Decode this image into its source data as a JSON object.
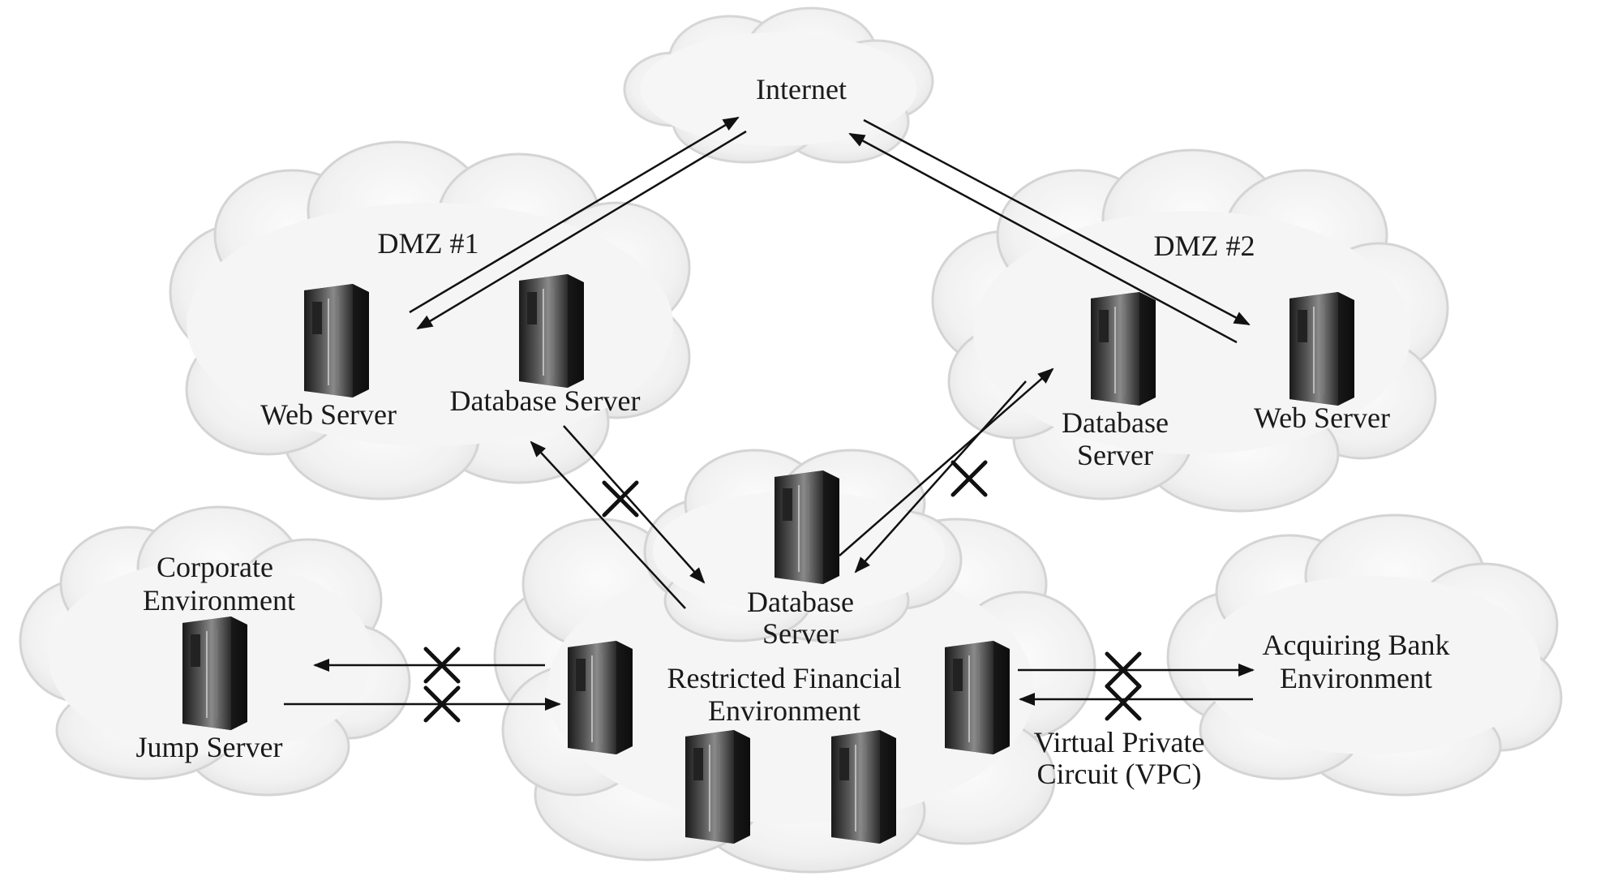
{
  "clouds": [
    {
      "id": "internet",
      "label": "Internet"
    },
    {
      "id": "dmz1",
      "label": "DMZ #1"
    },
    {
      "id": "dmz2",
      "label": "DMZ #2"
    },
    {
      "id": "corporate",
      "label": "Corporate Environment"
    },
    {
      "id": "restricted",
      "label": "Restricted Financial Environment"
    },
    {
      "id": "acquiring",
      "label": "Acquiring Bank Environment"
    }
  ],
  "labels": {
    "internet": "Internet",
    "dmz1": "DMZ #1",
    "dmz2": "DMZ #2",
    "dmz1_web": "Web Server",
    "dmz1_db": "Database Server",
    "dmz2_db_1": "Database",
    "dmz2_db_2": "Server",
    "dmz2_web": "Web Server",
    "central_db_1": "Database",
    "central_db_2": "Server",
    "corporate_1": "Corporate",
    "corporate_2": "Environment",
    "jump": "Jump Server",
    "restricted_1": "Restricted Financial",
    "restricted_2": "Environment",
    "acquiring_1": "Acquiring Bank",
    "acquiring_2": "Environment",
    "vpc_1": "Virtual Private",
    "vpc_2": "Circuit (VPC)"
  },
  "servers": [
    "dmz1-web-server",
    "dmz1-database-server",
    "dmz2-database-server",
    "dmz2-web-server",
    "central-database-server",
    "jump-server",
    "restricted-server-left",
    "restricted-server-right",
    "restricted-server-bottom-left",
    "restricted-server-bottom-right"
  ],
  "connections": [
    {
      "from": "dmz1-web-server",
      "to": "internet",
      "blocked": false
    },
    {
      "from": "internet",
      "to": "dmz1-web-server",
      "blocked": false
    },
    {
      "from": "internet",
      "to": "dmz2-web-server",
      "blocked": false
    },
    {
      "from": "dmz2-web-server",
      "to": "internet",
      "blocked": false
    },
    {
      "from": "restricted",
      "to": "dmz1-database-server",
      "blocked": false
    },
    {
      "from": "dmz1-database-server",
      "to": "central-database-server",
      "blocked": true
    },
    {
      "from": "central-database-server",
      "to": "dmz2-database-server",
      "blocked": false
    },
    {
      "from": "dmz2-database-server",
      "to": "central-database-server",
      "blocked": true
    },
    {
      "from": "restricted-server-left",
      "to": "corporate",
      "blocked": true
    },
    {
      "from": "jump-server",
      "to": "restricted-server-left",
      "blocked": true
    },
    {
      "from": "restricted-server-right",
      "to": "acquiring",
      "blocked": true
    },
    {
      "from": "acquiring",
      "to": "restricted-server-right",
      "blocked": true
    }
  ]
}
